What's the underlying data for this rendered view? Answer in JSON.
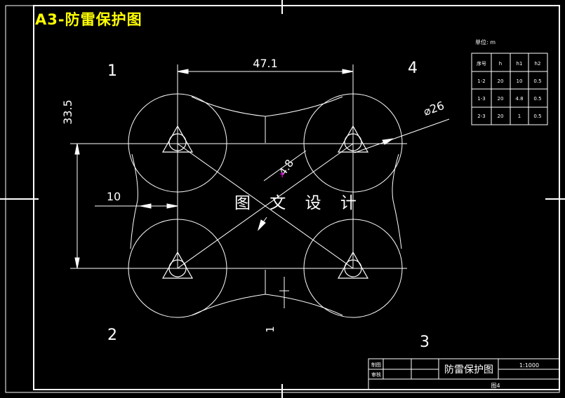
{
  "header": {
    "title": "A3-防雷保护图"
  },
  "watermark": "图 文 设 计",
  "unit_label": "单位: m",
  "table": {
    "headers": [
      "序号",
      "h",
      "h1",
      "h2"
    ],
    "rows": [
      [
        "1-2",
        "20",
        "10",
        "0.5"
      ],
      [
        "1-3",
        "20",
        "4.8",
        "0.5"
      ],
      [
        "2-3",
        "20",
        "1",
        "0.5"
      ]
    ]
  },
  "corners": [
    "1",
    "2",
    "3",
    "4"
  ],
  "dimensions": {
    "width": "47.1",
    "height": "33.5",
    "offset": "10",
    "diameter": "⌀26",
    "margin": "4.8",
    "small": "1"
  },
  "title_block": {
    "row_labels": [
      "制图",
      "审核"
    ],
    "drawing_name": "防雷保护图",
    "scale": "1:1000",
    "sheet": "图4"
  },
  "colors": {
    "title": "#ffff00",
    "line": "#ffffff",
    "accent": "#ff00ff"
  }
}
